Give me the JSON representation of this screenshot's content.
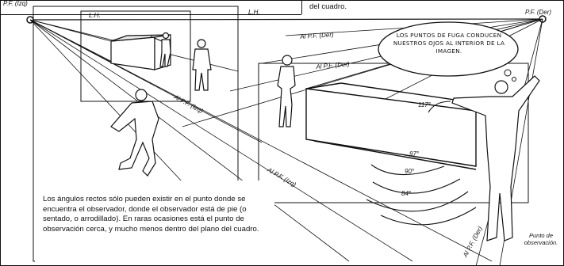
{
  "labels": {
    "pf_izq": "P.F. (Izq)",
    "pf_der": "P.F. (Der)",
    "lh_left": "L.H.",
    "lh_right": "L.H.",
    "top_note": "del cuadro.",
    "al_pf_der_1": "Al P.F. (Der)",
    "al_pf_der_2": "Al P.F. (Der)",
    "al_pf_der_3": "Al P.F. (Der)",
    "al_pf_izq_1": "Al P.F. (Izq)",
    "al_pf_izq_2": "Al P.F. (Izq)",
    "angle_117": "117°",
    "angle_97": "97°",
    "angle_90": "90°",
    "angle_84": "84°",
    "punto_obs": "Punto de observación."
  },
  "speech_bubble": "LOS PUNTOS DE FUGA CONDUCEN NUESTROS OJOS AL INTERIOR DE LA IMAGEN.",
  "caption": "Los ángulos rectos sólo pueden existir en el punto donde se encuentra el observador, donde el observador está de pie (o sentado, o arrodillado). En raras ocasiones está el punto de observación cerca, y mucho menos dentro del plano del cuadro."
}
